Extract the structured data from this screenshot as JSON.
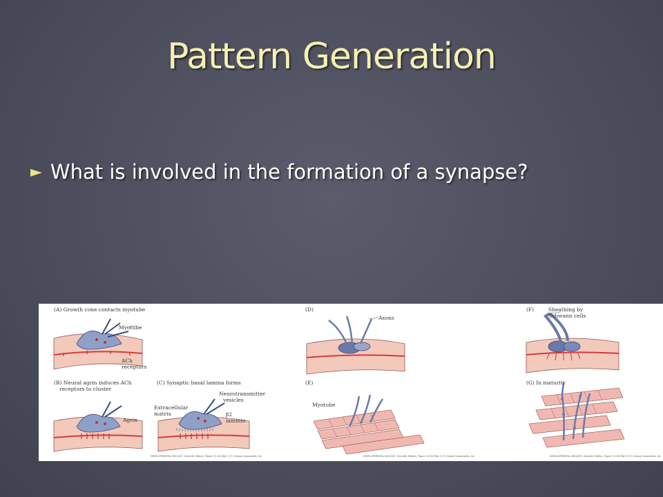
{
  "slide": {
    "title": "Pattern Generation",
    "bullet": "What is involved in the formation of a synapse?",
    "title_color": "#f6f0b2",
    "background_color": "#4b4d5c"
  },
  "figure": {
    "panel_a": {
      "caption": "(A) Growth cone contacts myotube",
      "myotube": "Myotube",
      "ach_1": "ACh",
      "ach_2": "receptors"
    },
    "panel_b": {
      "caption_1": "(B) Neural agrin induces ACh",
      "caption_2": "receptors to cluster",
      "agrin": "Agrin"
    },
    "panel_c": {
      "caption": "(C) Synaptic basal lamina forms",
      "ecm_1": "Extracellular",
      "ecm_2": "matrix",
      "nt_1": "Neurotransmitter",
      "nt_2": "vesicles",
      "b2_1": "β2",
      "b2_2": "laminin"
    },
    "panel_d": {
      "caption": "(D)",
      "axons": "Axons"
    },
    "panel_e": {
      "caption": "(E)",
      "myotube": "Myotube"
    },
    "panel_f": {
      "caption": "(F)",
      "sheath_1": "Sheathing by",
      "sheath_2": "Schwann cells"
    },
    "panel_g": {
      "caption": "(G) In maturity"
    },
    "credit_1": "DEVELOPMENTAL BIOLOGY, Seventh Edition, Figure 13.28 (Part 1) © Sinauer Associates, Inc.",
    "credit_2": "DEVELOPMENTAL BIOLOGY, Seventh Edition, Figure 13.28 (Part 2) © Sinauer Associates, Inc.",
    "credit_3": "DEVELOPMENTAL BIOLOGY, Seventh Edition, Figure 13.28 (Part 3) © Sinauer Associates, Inc."
  }
}
